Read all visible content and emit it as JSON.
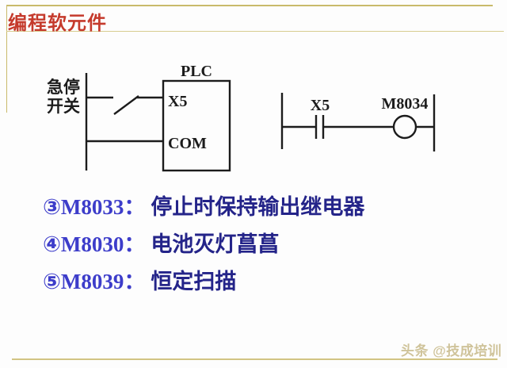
{
  "slide": {
    "title": "编程软元件",
    "watermark": "头条 @技成培训",
    "colors": {
      "title_red": "#c53a2c",
      "frame_tan": "#c9ba6b",
      "note_code_blue": "#3d3dca",
      "note_text_navy": "#242489",
      "diagram_black": "#1c1c1c",
      "watermark_khaki": "#cfc39a",
      "background": "#fdfdfd"
    }
  },
  "wiring_diagram": {
    "switch_label_line1": "急停",
    "switch_label_line2": "开关",
    "plc_label": "PLC",
    "terminal_top": "X5",
    "terminal_bottom": "COM"
  },
  "ladder_diagram": {
    "contact_label": "X5",
    "coil_label": "M8034"
  },
  "notes": [
    {
      "code": "③M8033：",
      "text": "停止时保持输出继电器"
    },
    {
      "code": "④M8030：",
      "text": "电池灭灯菖菖"
    },
    {
      "code": "⑤M8039：",
      "text": "恒定扫描"
    }
  ]
}
